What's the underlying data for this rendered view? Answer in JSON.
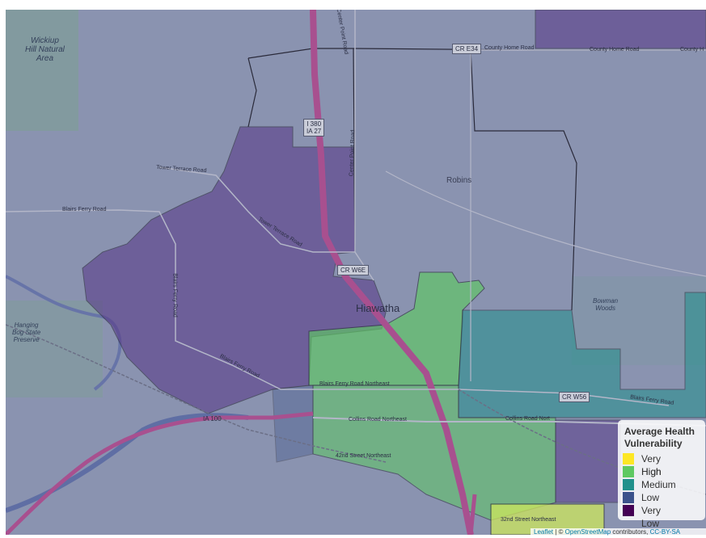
{
  "colors": {
    "very_high": "#fde725",
    "high": "#5ec962",
    "medium": "#21918c",
    "low": "#3b528b",
    "very_low": "#440154",
    "basemap": "#8a93b0"
  },
  "legend": {
    "title_line1": "Average Health",
    "title_line2": "Vulnerability",
    "items": [
      {
        "label": "Very High",
        "color": "#fde725"
      },
      {
        "label": "High",
        "color": "#5ec962"
      },
      {
        "label": "Medium",
        "color": "#21918c"
      },
      {
        "label": "Low",
        "color": "#3b528b"
      },
      {
        "label": "Very Low",
        "color": "#440154"
      }
    ]
  },
  "places": {
    "hiawatha": "Hiawatha",
    "robins": "Robins",
    "wickiup_1": "Wickiup",
    "wickiup_2": "Hill Natural",
    "wickiup_3": "Area",
    "hanging_1": "Hanging",
    "hanging_2": "Bog State",
    "hanging_3": "Preserve",
    "bowman_1": "Bowman",
    "bowman_2": "Woods"
  },
  "roads": {
    "county_home_1": "County Home Road",
    "county_home_2": "County Home Road",
    "county_home_3": "County H",
    "tower_terrace_1": "Tower Terrace Road",
    "tower_terrace_2": "Tower Terrace Road",
    "blairs_ferry_1": "Blairs Ferry Road",
    "blairs_ferry_2": "Blairs Ferry Road",
    "blairs_ferry_3": "Blairs Ferry Road",
    "blairs_ferry_ne": "Blairs Ferry Road Northeast",
    "blairs_ferry_4": "Blairs Ferry Road",
    "north_center_point": "North Center Point Road",
    "center_point": "Center Point Road",
    "collins_ne": "Collins Road Northeast",
    "collins_2": "Collins Road Nort",
    "st42_ne": "42nd Street Northeast",
    "st32_ne": "32nd Street Northeast",
    "shield_i380": "I 380",
    "shield_ia27": "IA 27",
    "shield_cre34": "CR E34",
    "shield_crw6e": "CR W6E",
    "shield_crw56": "CR W56",
    "shield_ia100": "IA 100"
  },
  "attribution": {
    "leaflet": "Leaflet",
    "sep": " | © ",
    "osm": "OpenStreetMap",
    "contrib": " contributors, ",
    "cc": "CC-BY-SA"
  }
}
